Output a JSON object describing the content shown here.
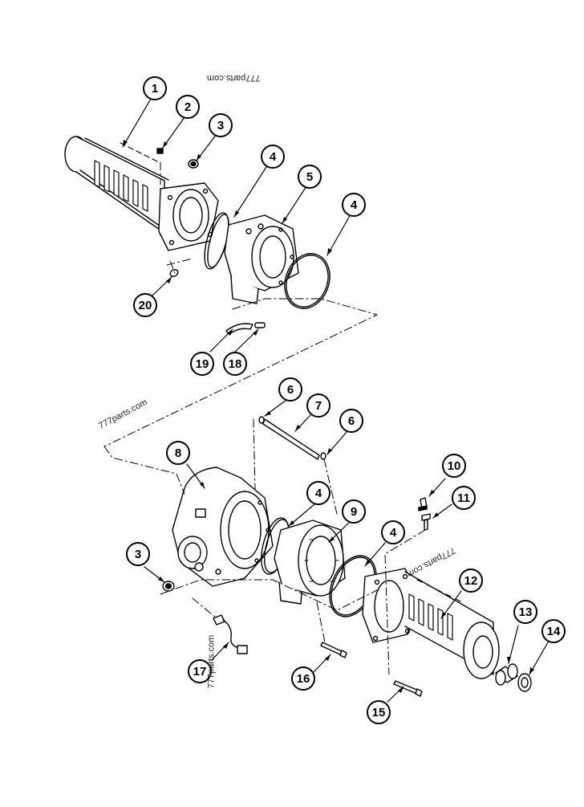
{
  "watermarks": [
    "777parts.com",
    "777parts.com",
    "777parts.com",
    "777parts.com"
  ],
  "callouts": [
    {
      "id": "c1",
      "label": "1"
    },
    {
      "id": "c2",
      "label": "2"
    },
    {
      "id": "c3a",
      "label": "3"
    },
    {
      "id": "c4a",
      "label": "4"
    },
    {
      "id": "c5",
      "label": "5"
    },
    {
      "id": "c4b",
      "label": "4"
    },
    {
      "id": "c20",
      "label": "20"
    },
    {
      "id": "c19",
      "label": "19"
    },
    {
      "id": "c18",
      "label": "18"
    },
    {
      "id": "c6a",
      "label": "6"
    },
    {
      "id": "c7",
      "label": "7"
    },
    {
      "id": "c6b",
      "label": "6"
    },
    {
      "id": "c8",
      "label": "8"
    },
    {
      "id": "c4c",
      "label": "4"
    },
    {
      "id": "c9",
      "label": "9"
    },
    {
      "id": "c10",
      "label": "10"
    },
    {
      "id": "c11",
      "label": "11"
    },
    {
      "id": "c4d",
      "label": "4"
    },
    {
      "id": "c3b",
      "label": "3"
    },
    {
      "id": "c12",
      "label": "12"
    },
    {
      "id": "c13",
      "label": "13"
    },
    {
      "id": "c14",
      "label": "14"
    },
    {
      "id": "c17",
      "label": "17"
    },
    {
      "id": "c16",
      "label": "16"
    },
    {
      "id": "c15",
      "label": "15"
    }
  ]
}
